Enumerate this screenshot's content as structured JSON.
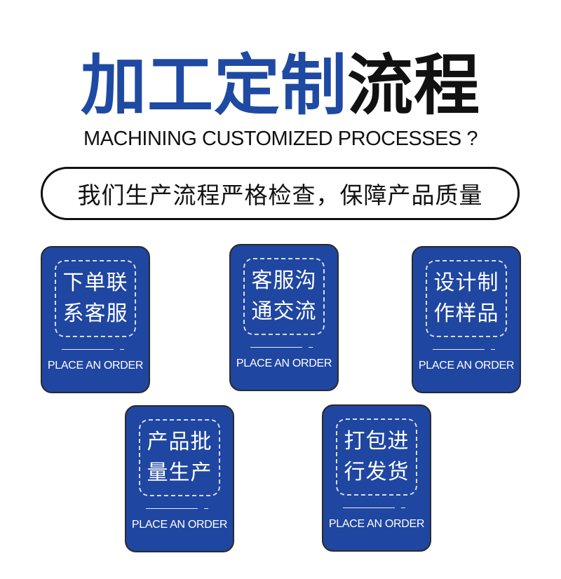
{
  "header": {
    "title_blue": "加工定制",
    "title_black": "流程",
    "subtitle": "MACHINING CUSTOMIZED PROCESSES ?",
    "banner": "我们生产流程严格检查，保障产品质量"
  },
  "colors": {
    "accent_blue": "#1f46a0",
    "title_blue": "#1f4aa3",
    "text_dark": "#111111"
  },
  "steps": [
    {
      "line1": "下单联",
      "line2": "系客服",
      "label": "PLACE AN ORDER"
    },
    {
      "line1": "客服沟",
      "line2": "通交流",
      "label": "PLACE AN ORDER"
    },
    {
      "line1": "设计制",
      "line2": "作样品",
      "label": "PLACE AN ORDER"
    },
    {
      "line1": "产品批",
      "line2": "量生产",
      "label": "PLACE AN ORDER"
    },
    {
      "line1": "打包进",
      "line2": "行发货",
      "label": "PLACE AN ORDER"
    }
  ]
}
